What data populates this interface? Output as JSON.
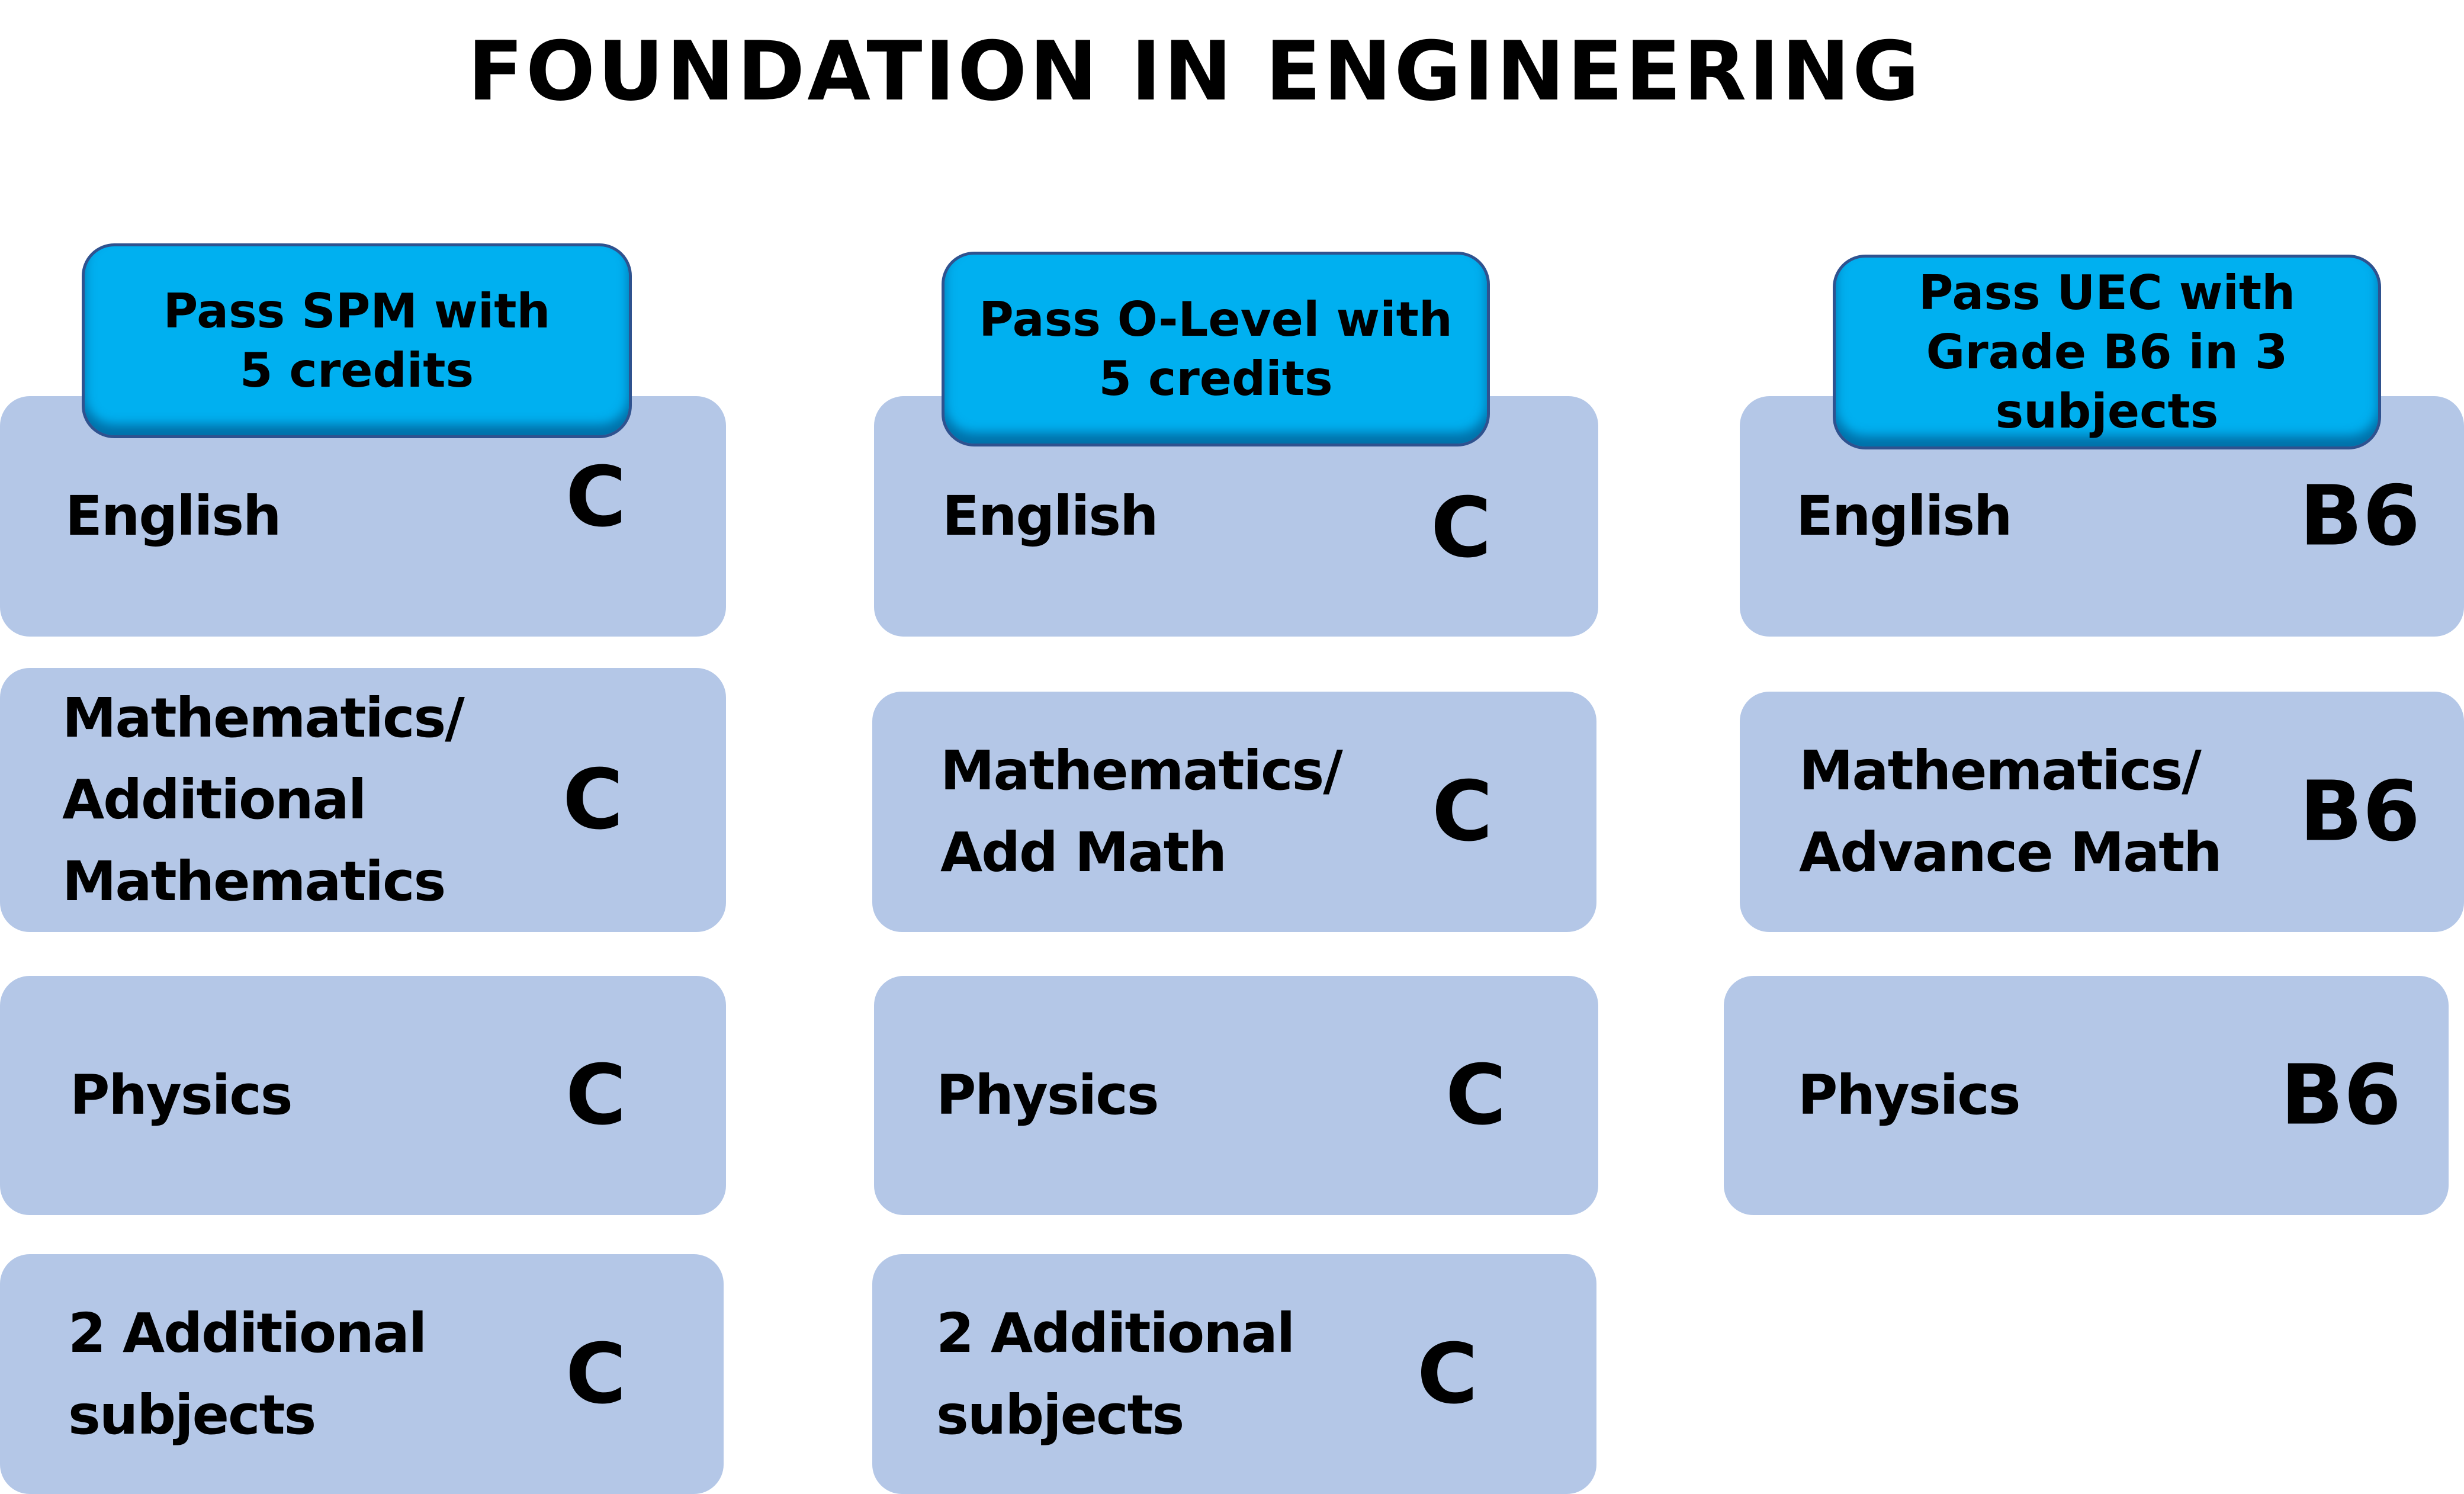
{
  "title": "FOUNDATION IN ENGINEERING",
  "colors": {
    "box": "#b4c7e7",
    "header": "#00b0f0",
    "header_border": "#2f528f"
  },
  "columns": [
    {
      "header": "Pass SPM with\n5 credits",
      "rows": [
        {
          "subject": "English",
          "grade": "C"
        },
        {
          "subject": "Mathematics/\nAdditional\nMathematics",
          "grade": "C"
        },
        {
          "subject": "Physics",
          "grade": "C"
        },
        {
          "subject": "2 Additional\nsubjects",
          "grade": "C"
        }
      ]
    },
    {
      "header": "Pass O-Level with\n5 credits",
      "rows": [
        {
          "subject": "English",
          "grade": "C"
        },
        {
          "subject": "Mathematics/\nAdd Math",
          "grade": "C"
        },
        {
          "subject": "Physics",
          "grade": "C"
        },
        {
          "subject": "2 Additional\nsubjects",
          "grade": "C"
        }
      ]
    },
    {
      "header": "Pass UEC with\nGrade B6 in 3\nsubjects",
      "rows": [
        {
          "subject": "English",
          "grade": "B6"
        },
        {
          "subject": "Mathematics/\nAdvance Math",
          "grade": "B6"
        },
        {
          "subject": "Physics",
          "grade": "B6"
        }
      ]
    }
  ]
}
